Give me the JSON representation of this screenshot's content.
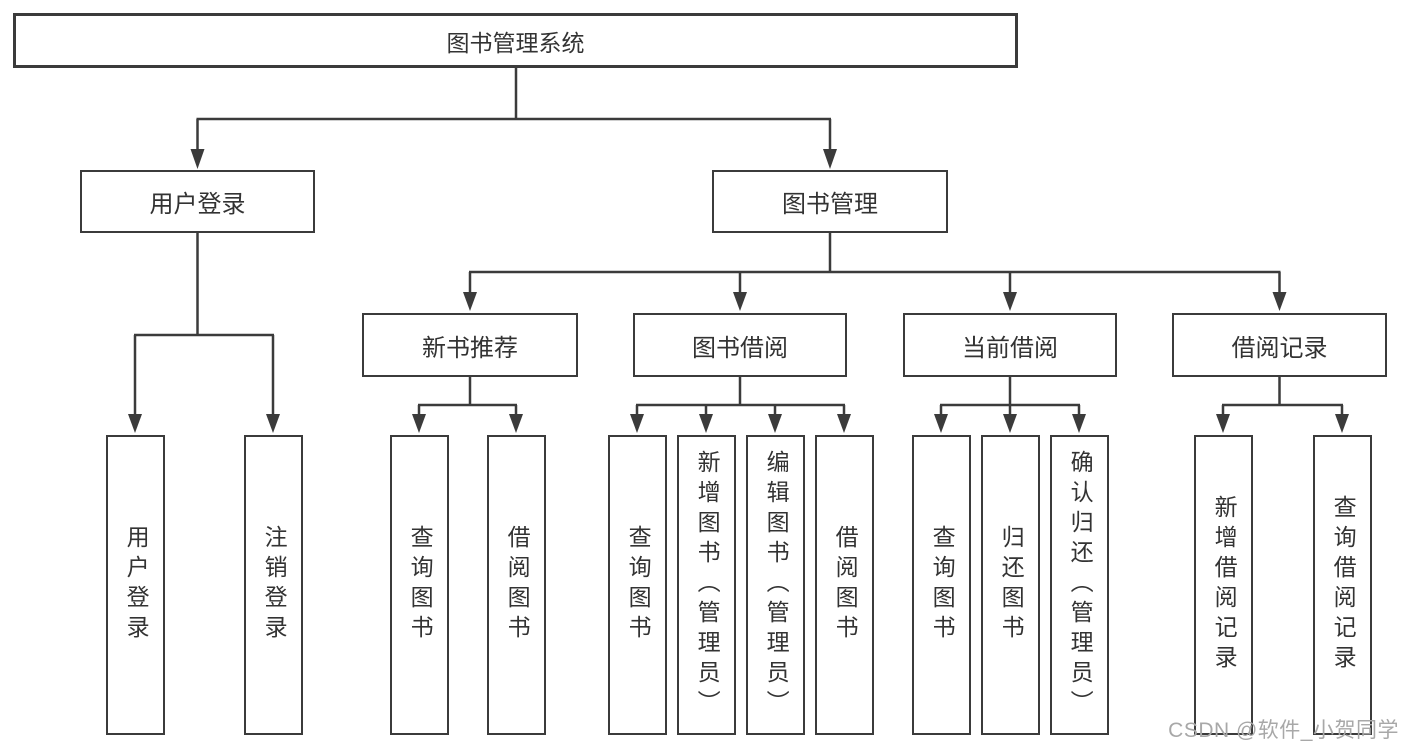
{
  "colors": {
    "line": "#3b3b3b",
    "text": "#333333",
    "watermark": "#a8a8a8"
  },
  "watermark": "CSDN @软件_小贺同学",
  "tree": {
    "root": {
      "label": "图书管理系统"
    },
    "branches": [
      {
        "label": "用户登录",
        "children": [
          {
            "label": "用户登录"
          },
          {
            "label": "注销登录"
          }
        ]
      },
      {
        "label": "图书管理",
        "children": [
          {
            "label": "新书推荐",
            "children": [
              {
                "label": "查询图书"
              },
              {
                "label": "借阅图书"
              }
            ]
          },
          {
            "label": "图书借阅",
            "children": [
              {
                "label": "查询图书"
              },
              {
                "label": "新增图书（管理员）"
              },
              {
                "label": "编辑图书（管理员）"
              },
              {
                "label": "借阅图书"
              }
            ]
          },
          {
            "label": "当前借阅",
            "children": [
              {
                "label": "查询图书"
              },
              {
                "label": "归还图书"
              },
              {
                "label": "确认归还（管理员）"
              }
            ]
          },
          {
            "label": "借阅记录",
            "children": [
              {
                "label": "新增借阅记录"
              },
              {
                "label": "查询借阅记录"
              }
            ]
          }
        ]
      }
    ]
  }
}
